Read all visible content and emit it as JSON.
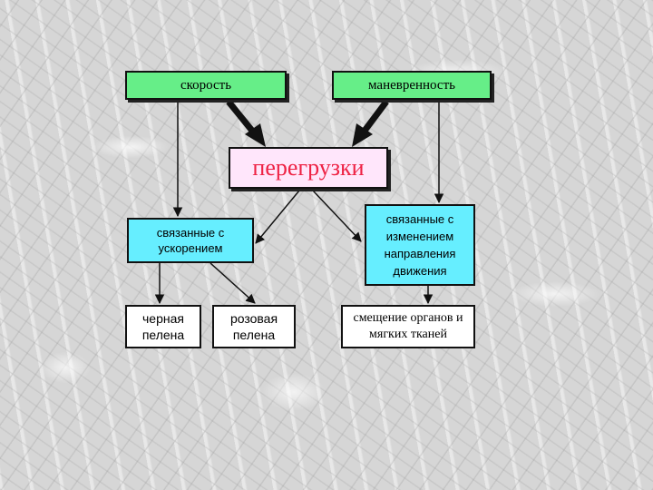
{
  "diagram": {
    "speed": "скорость",
    "maneuverability": "маневренность",
    "overloads": "перегрузки",
    "acceleration_related": "связанные с ускорением",
    "direction_related": "связанные с изменением направления движения",
    "black_veil": "черная пелена",
    "pink_veil": "розовая пелена",
    "tissue_displacement": "смещение органов и мягких тканей"
  },
  "colors": {
    "green_box": "#66ee88",
    "pink_box": "#ffe6fb",
    "cyan_box": "#66eeff",
    "red_text": "#ee2244"
  }
}
